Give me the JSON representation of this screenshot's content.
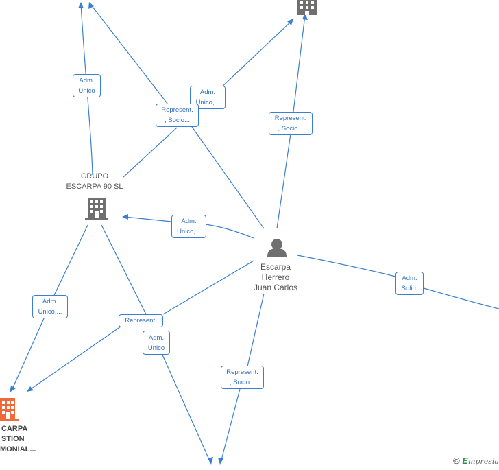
{
  "nodes": {
    "grupo": {
      "line1": "GRUPO",
      "line2": "ESCARPA 90  SL"
    },
    "person": {
      "line1": "Escarpa",
      "line2": "Herrero",
      "line3": "Juan Carlos"
    },
    "escarpa_gestion": {
      "line1": "CARPA",
      "line2": "STION",
      "line3": "MONIAL..."
    }
  },
  "edge_labels": {
    "l1": {
      "line1": "Adm.",
      "line2": "Unico"
    },
    "l2": {
      "line1": "Adm.",
      "line2": "Unico,..."
    },
    "l3": {
      "line1": "Represent.",
      "line2": ", Socio..."
    },
    "l4": {
      "line1": "Represent.",
      "line2": ", Socio..."
    },
    "l5": {
      "line1": "Adm.",
      "line2": "Unico,..."
    },
    "l6": {
      "line1": "Adm.",
      "line2": "Solid."
    },
    "l7": {
      "line1": "Adm.",
      "line2": "Unico,..."
    },
    "l8": {
      "line1": "Represent."
    },
    "l9": {
      "line1": "Adm.",
      "line2": "Unico"
    },
    "l10": {
      "line1": "Represent.",
      "line2": ", Socio..."
    }
  },
  "credit": {
    "symbol": "©",
    "brand_initial": "E",
    "brand_rest": "mpresia"
  },
  "colors": {
    "edge": "#3a7fd0",
    "building": "#6f6f6f",
    "building_highlight": "#ef6a3a",
    "person": "#6f6f6f"
  }
}
